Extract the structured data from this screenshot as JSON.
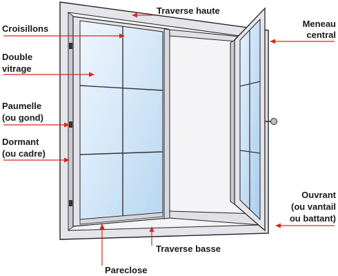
{
  "colors": {
    "frame": "#e4e4ea",
    "frame_shade": "#c9c9d2",
    "outline": "#222222",
    "glass_light": "#eef6fd",
    "glass_dark": "#bcd9f3",
    "arrow": "#d9261c",
    "text": "#1a1a1a"
  },
  "labels": {
    "traverse_haute": "Traverse haute",
    "croisillons": "Croisillons",
    "double_vitrage_1": "Double",
    "double_vitrage_2": "vitrage",
    "paumelle_1": "Paumelle",
    "paumelle_2": "(ou gond)",
    "dormant_1": "Dormant",
    "dormant_2": "(ou cadre)",
    "meneau_1": "Meneau",
    "meneau_2": "central",
    "ouvrant_1": "Ouvrant",
    "ouvrant_2": "(ou vantail",
    "ouvrant_3": "ou battant)",
    "traverse_basse": "Traverse basse",
    "pareclose": "Pareclose"
  }
}
